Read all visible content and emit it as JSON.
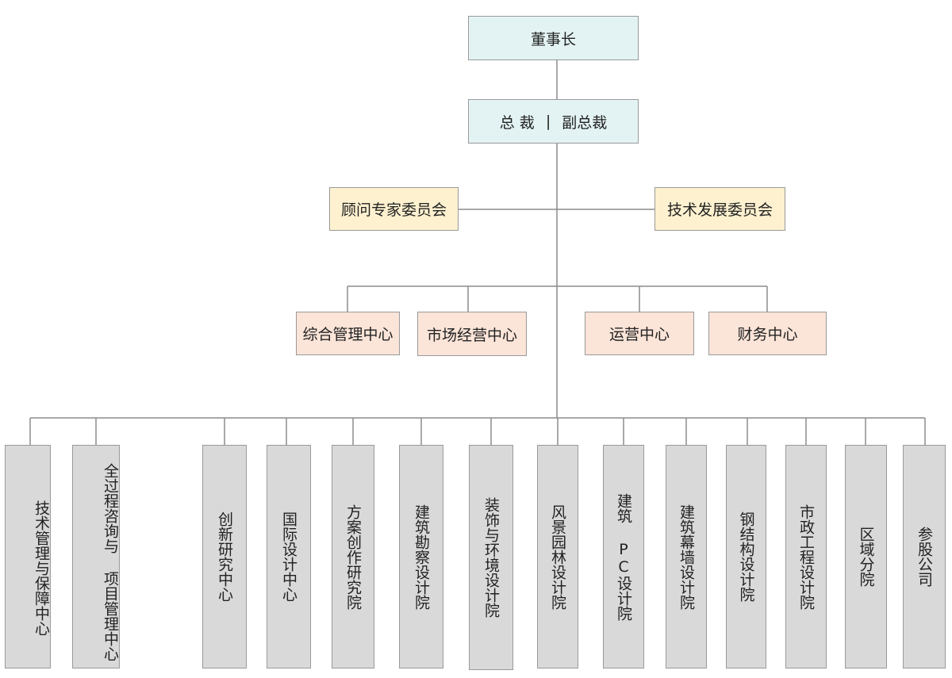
{
  "chairman": "董事长",
  "executive": {
    "president": "总 裁",
    "separator": "|",
    "vice_president": "副总裁"
  },
  "committees": {
    "left": "顾问专家委员会",
    "right": "技术发展委员会"
  },
  "centers": [
    "综合管理中心",
    "市场经营中心",
    "运营中心",
    "财务中心"
  ],
  "units": [
    "技术管理与保障中心",
    "全过程咨询与 项目管理中心",
    "创新研究中心",
    "国际设计中心",
    "方案创作研究院",
    "建筑勘察设计院",
    "装饰与环境设计院",
    "风景园林设计院",
    "建筑 PC设计院",
    "建筑幕墙设计院",
    "钢结构设计院",
    "市政工程设计院",
    "区域分院",
    "参股公司"
  ],
  "colors": {
    "top": "#e3f3f3",
    "committee": "#fdf1cf",
    "center": "#fbe4d8",
    "unit": "#d9d9d9",
    "border": "#9a9a9a",
    "line": "#8c8c8c"
  }
}
